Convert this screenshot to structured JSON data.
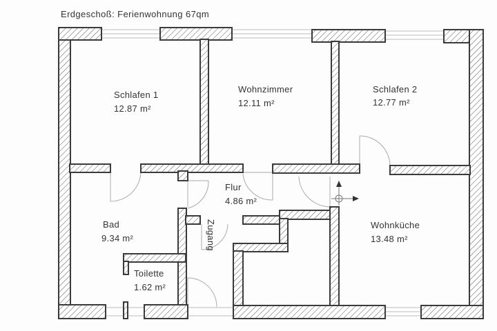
{
  "title": "Erdgeschoß:  Ferienwohnung 67qm",
  "rooms": {
    "schlafen1": {
      "name": "Schlafen 1",
      "area": "12.87 m²"
    },
    "wohnzimmer": {
      "name": "Wohnzimmer",
      "area": "12.11 m²"
    },
    "schlafen2": {
      "name": "Schlafen 2",
      "area": "12.77 m²"
    },
    "flur": {
      "name": "Flur",
      "area": "4.86 m²"
    },
    "bad": {
      "name": "Bad",
      "area": "9.34 m²"
    },
    "wohnkueche": {
      "name": "Wohnküche",
      "area": "13.48 m²"
    },
    "toilette": {
      "name": "Toilette",
      "area": "1.62 m²"
    }
  },
  "entrance_label": "Zugang",
  "icons": {
    "compass": "north-east-axis-icon"
  }
}
